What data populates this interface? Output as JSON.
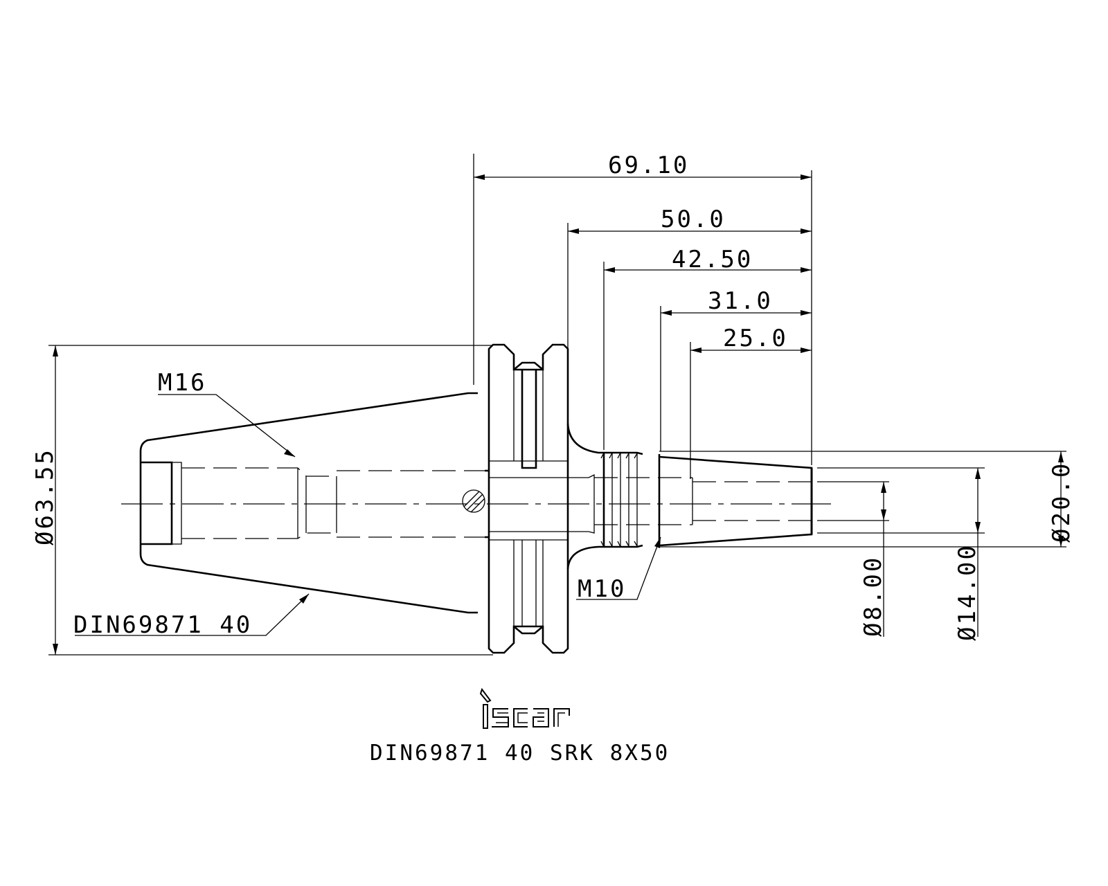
{
  "dimensions": {
    "overall_length": "69.10",
    "length_50": "50.0",
    "length_42": "42.50",
    "length_31": "31.0",
    "length_25": "25.0",
    "flange_diameter": "Ø63.55",
    "tip_diameter": "Ø20.0",
    "bore_diameter": "Ø8.00",
    "shank_diameter": "Ø14.00"
  },
  "callouts": {
    "pull_thread": "M16",
    "clamp_thread": "M10",
    "taper_standard": "DIN69871 40"
  },
  "logo": {
    "text": "iscar"
  },
  "title": {
    "designation": "DIN69871 40 SRK 8X50"
  }
}
